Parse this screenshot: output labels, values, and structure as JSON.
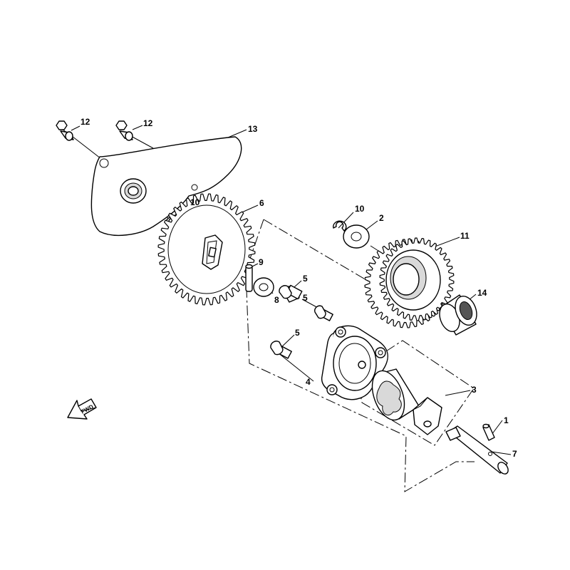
{
  "callouts": [
    {
      "id": "c12a",
      "label": "12"
    },
    {
      "id": "c12b",
      "label": "12"
    },
    {
      "id": "c13",
      "label": "13"
    },
    {
      "id": "c10a",
      "label": "10"
    },
    {
      "id": "c6",
      "label": "6"
    },
    {
      "id": "c10b",
      "label": "10"
    },
    {
      "id": "c2",
      "label": "2"
    },
    {
      "id": "c11",
      "label": "11"
    },
    {
      "id": "c9",
      "label": "9"
    },
    {
      "id": "c5a",
      "label": "5"
    },
    {
      "id": "c5b",
      "label": "5"
    },
    {
      "id": "c8",
      "label": "8"
    },
    {
      "id": "c14",
      "label": "14"
    },
    {
      "id": "c5c",
      "label": "5"
    },
    {
      "id": "c4",
      "label": "4"
    },
    {
      "id": "c3",
      "label": "3"
    },
    {
      "id": "c1",
      "label": "1"
    },
    {
      "id": "c7",
      "label": "7"
    }
  ],
  "direction_arrow": {
    "label": "FWD",
    "icon": "forward-arrow-icon"
  }
}
